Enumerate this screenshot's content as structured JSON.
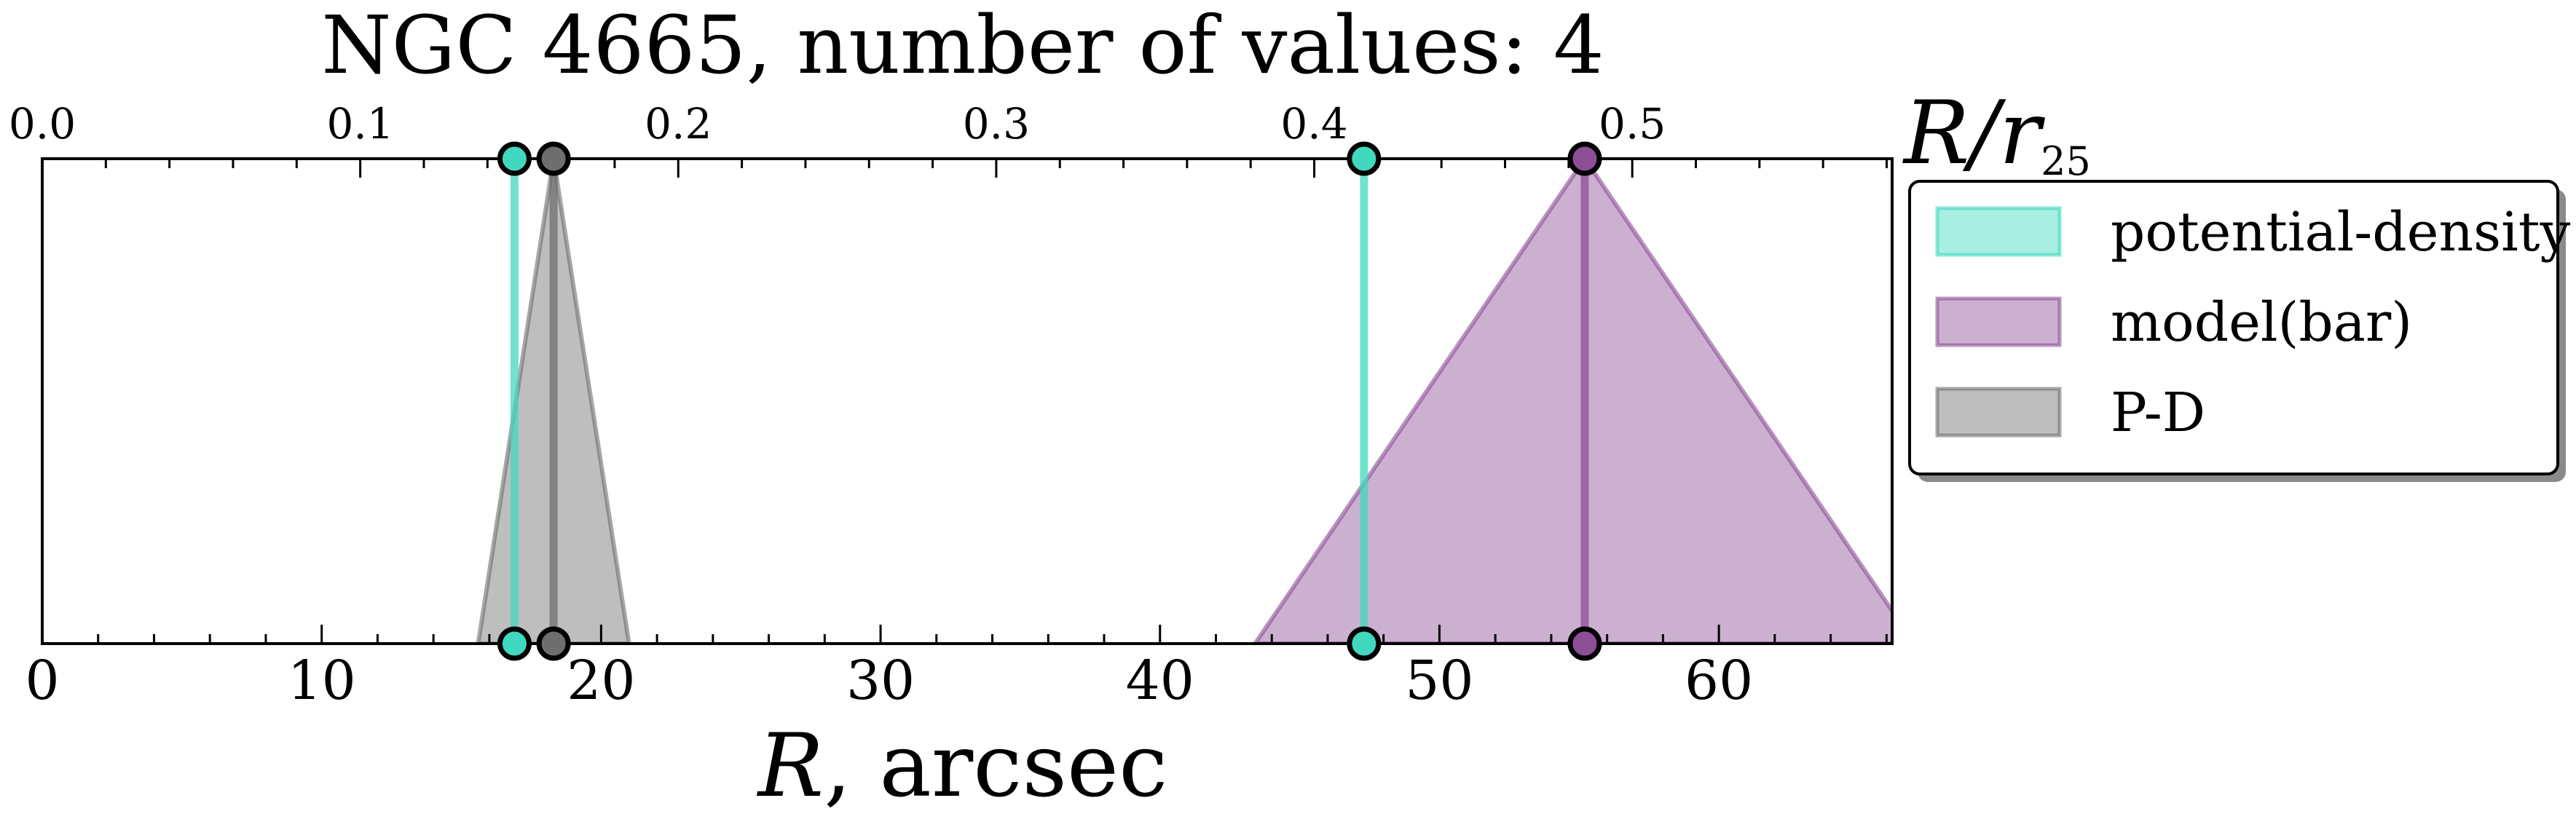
{
  "chart_data": {
    "type": "area",
    "title": "NGC 4665, number of values: 4",
    "xlabel_main": "R",
    "xlabel_unit": ", arcsec",
    "top_axis_label_main": "R/r",
    "top_axis_label_sub": "25",
    "xlim": [
      0,
      66.2
    ],
    "ylim": [
      0,
      1
    ],
    "x_ticks": [
      0,
      10,
      20,
      30,
      40,
      50,
      60
    ],
    "top_axis": {
      "ticks": [
        0.0,
        0.1,
        0.2,
        0.3,
        0.4,
        0.5
      ],
      "tick_labels": [
        "0.0",
        "0.1",
        "0.2",
        "0.3",
        "0.4",
        "0.5"
      ],
      "arcsec_per_unit": 113.8
    },
    "grid": false,
    "legend_position": "right",
    "series": [
      {
        "name": "potential-density",
        "color": "#40d9bf",
        "values": [
          16.9,
          47.3
        ],
        "error_spans": []
      },
      {
        "name": "model(bar)",
        "color": "#8c4f96",
        "values": [
          55.2
        ],
        "error_spans": [
          [
            43.4,
            67.0
          ]
        ]
      },
      {
        "name": "P-D",
        "color": "#6e6e6e",
        "values": [
          18.3
        ],
        "error_spans": [
          [
            15.6,
            21.0
          ]
        ]
      }
    ]
  }
}
